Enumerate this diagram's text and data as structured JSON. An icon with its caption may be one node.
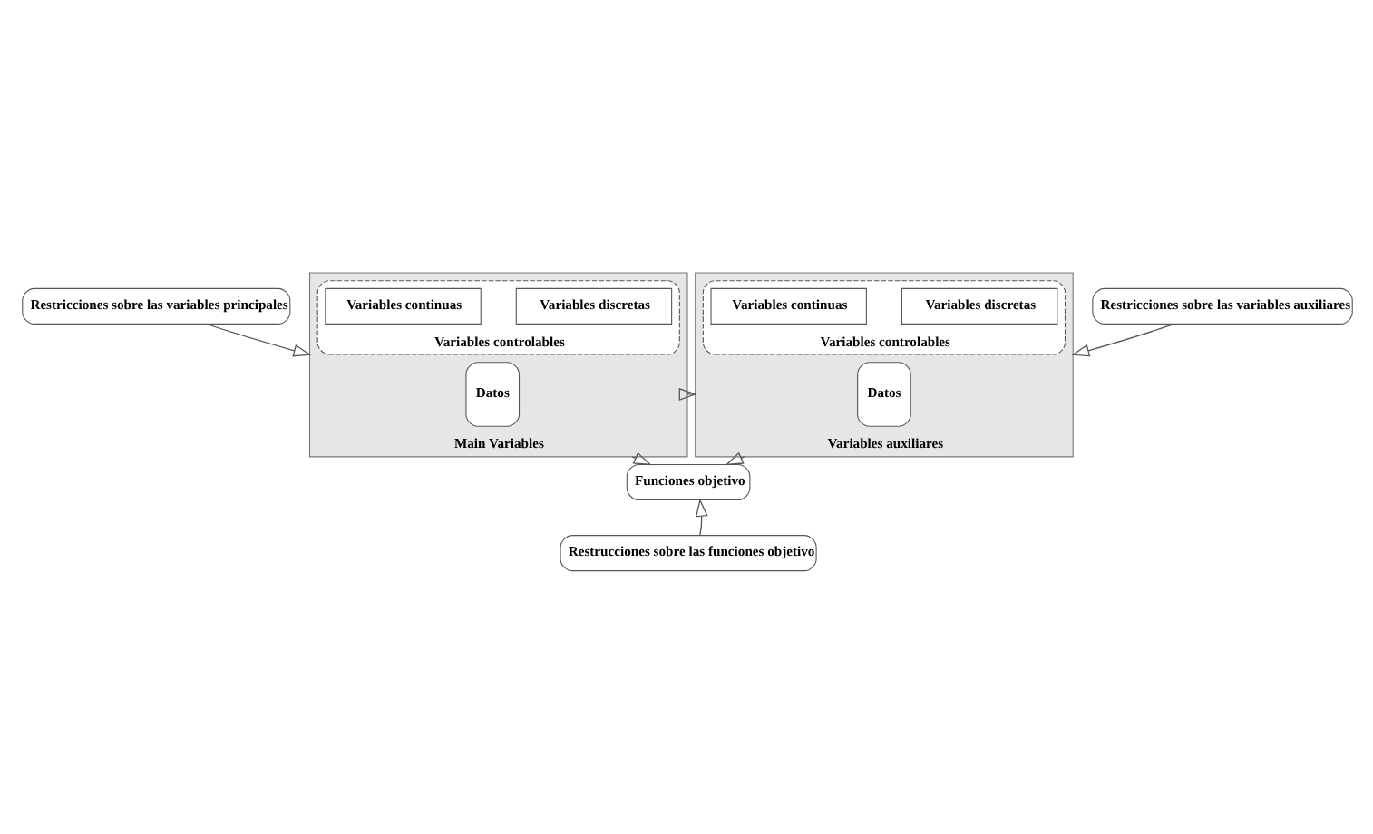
{
  "diagram": {
    "nodes": [
      {
        "text": [
          "Restricciones sobre las variables principales"
        ]
      },
      {
        "text": [
          "Restricciones sobre las variables auxiliares"
        ]
      },
      {
        "text": [
          "Main Variables"
        ]
      },
      {
        "text": [
          "Datos"
        ],
        "in": 2
      },
      {
        "text": [
          "Variables controlables"
        ],
        "in": 2
      },
      {
        "text": [
          "Variables discretas"
        ],
        "in": 4
      },
      {
        "text": [
          "Variables continuas"
        ],
        "in": 4
      },
      {
        "text": [
          "Variables auxiliares"
        ]
      },
      {
        "text": [
          "Datos"
        ],
        "in": 7
      },
      {
        "text": [
          "Variables controlables"
        ],
        "in": 7
      },
      {
        "text": [
          "Variables discretas"
        ],
        "in": 9
      },
      {
        "text": [
          "Variables continuas"
        ],
        "in": 9
      },
      {
        "text": [
          "Funciones objetivo"
        ]
      },
      {
        "text": [
          "Restrucciones sobre las funciones objetivo"
        ]
      }
    ],
    "edges": [
      {
        "from": 0,
        "to": 2,
        "arrow": "to"
      },
      {
        "from": 1,
        "to": 7,
        "arrow": "to"
      },
      {
        "from": 2,
        "to": 7,
        "arrow": "to"
      },
      {
        "from": 2,
        "to": 12,
        "arrow": "to"
      },
      {
        "from": 7,
        "to": 12,
        "arrow": "to"
      },
      {
        "from": 13,
        "to": 12,
        "arrow": "to"
      }
    ]
  }
}
